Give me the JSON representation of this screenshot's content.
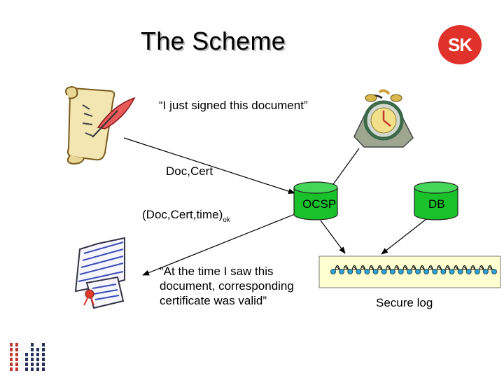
{
  "title": "The Scheme",
  "logo_text": "SK",
  "quote_signed": "“I just signed this document”",
  "label_doc_cert": "Doc,Cert",
  "label_response_main": "(Doc,Cert,time)",
  "label_response_sub": "ok",
  "ocsp_label": "OCSP",
  "db_label": "DB",
  "quote_valid": {
    "line1": "“At the time I saw this",
    "line2": "document, corresponding",
    "line3": "certificate was valid”"
  },
  "secure_log_label": "Secure log",
  "colors": {
    "cylinder": "#19c12b",
    "log_box": "#ffffd2",
    "chain_node": "#2aa5d6",
    "logo": "#e0322a",
    "footer_logo": "#c0392b"
  },
  "icons": [
    "scroll-quill-icon",
    "alarm-clock-icon",
    "open-book-icon",
    "footer-logo-icon"
  ]
}
